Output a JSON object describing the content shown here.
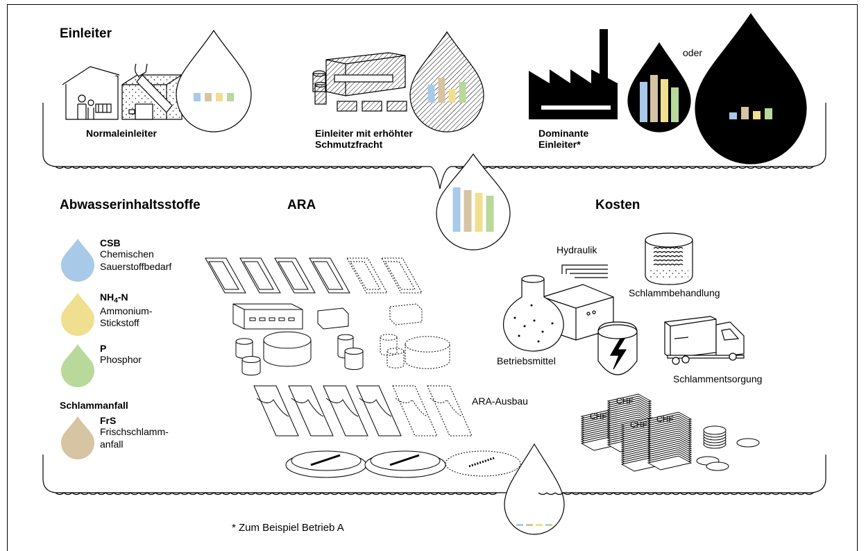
{
  "headings": {
    "einleiter": "Einleiter",
    "abwasser": "Abwasserinhaltsstoffe",
    "ara": "ARA",
    "kosten": "Kosten",
    "schlammanfall": "Schlammanfall"
  },
  "einleiter_labels": {
    "normal": "Normaleinleiter",
    "erhoeht_line1": "Einleiter mit erhöhter",
    "erhoeht_line2": "Schmutzfracht",
    "dominant_line1": "Dominante",
    "dominant_line2": "Einleiter*",
    "oder": "oder"
  },
  "legend": [
    {
      "code_pre": "CSB",
      "code_sub": "",
      "code_post": "",
      "desc_line1": "Chemischen",
      "desc_line2": "Sauerstoffbedarf",
      "color": "#a9c9e8"
    },
    {
      "code_pre": "NH",
      "code_sub": "4",
      "code_post": "-N",
      "desc_line1": "Ammonium-",
      "desc_line2": "Stickstoff",
      "color": "#efdf8f"
    },
    {
      "code_pre": "P",
      "code_sub": "",
      "code_post": "",
      "desc_line1": "Phosphor",
      "desc_line2": "",
      "color": "#b8d99a"
    },
    {
      "code_pre": "FrS",
      "code_sub": "",
      "code_post": "",
      "desc_line1": "Frischschlamm-",
      "desc_line2": "anfall",
      "color": "#d6c4a2"
    }
  ],
  "kosten_labels": {
    "hydraulik": "Hydraulik",
    "schlammbehandlung": "Schlammbehandlung",
    "betriebsmittel": "Betriebsmittel",
    "schlammentsorgung": "Schlammentsorgung",
    "ara_ausbau": "ARA-Ausbau",
    "chf": "CHF"
  },
  "footnote": "* Zum Beispiel Betrieb A",
  "colors": {
    "blue": "#a9c9e8",
    "tan": "#d6c4a2",
    "yellow": "#efdf8f",
    "green": "#b8d99a",
    "ink": "#000000"
  }
}
